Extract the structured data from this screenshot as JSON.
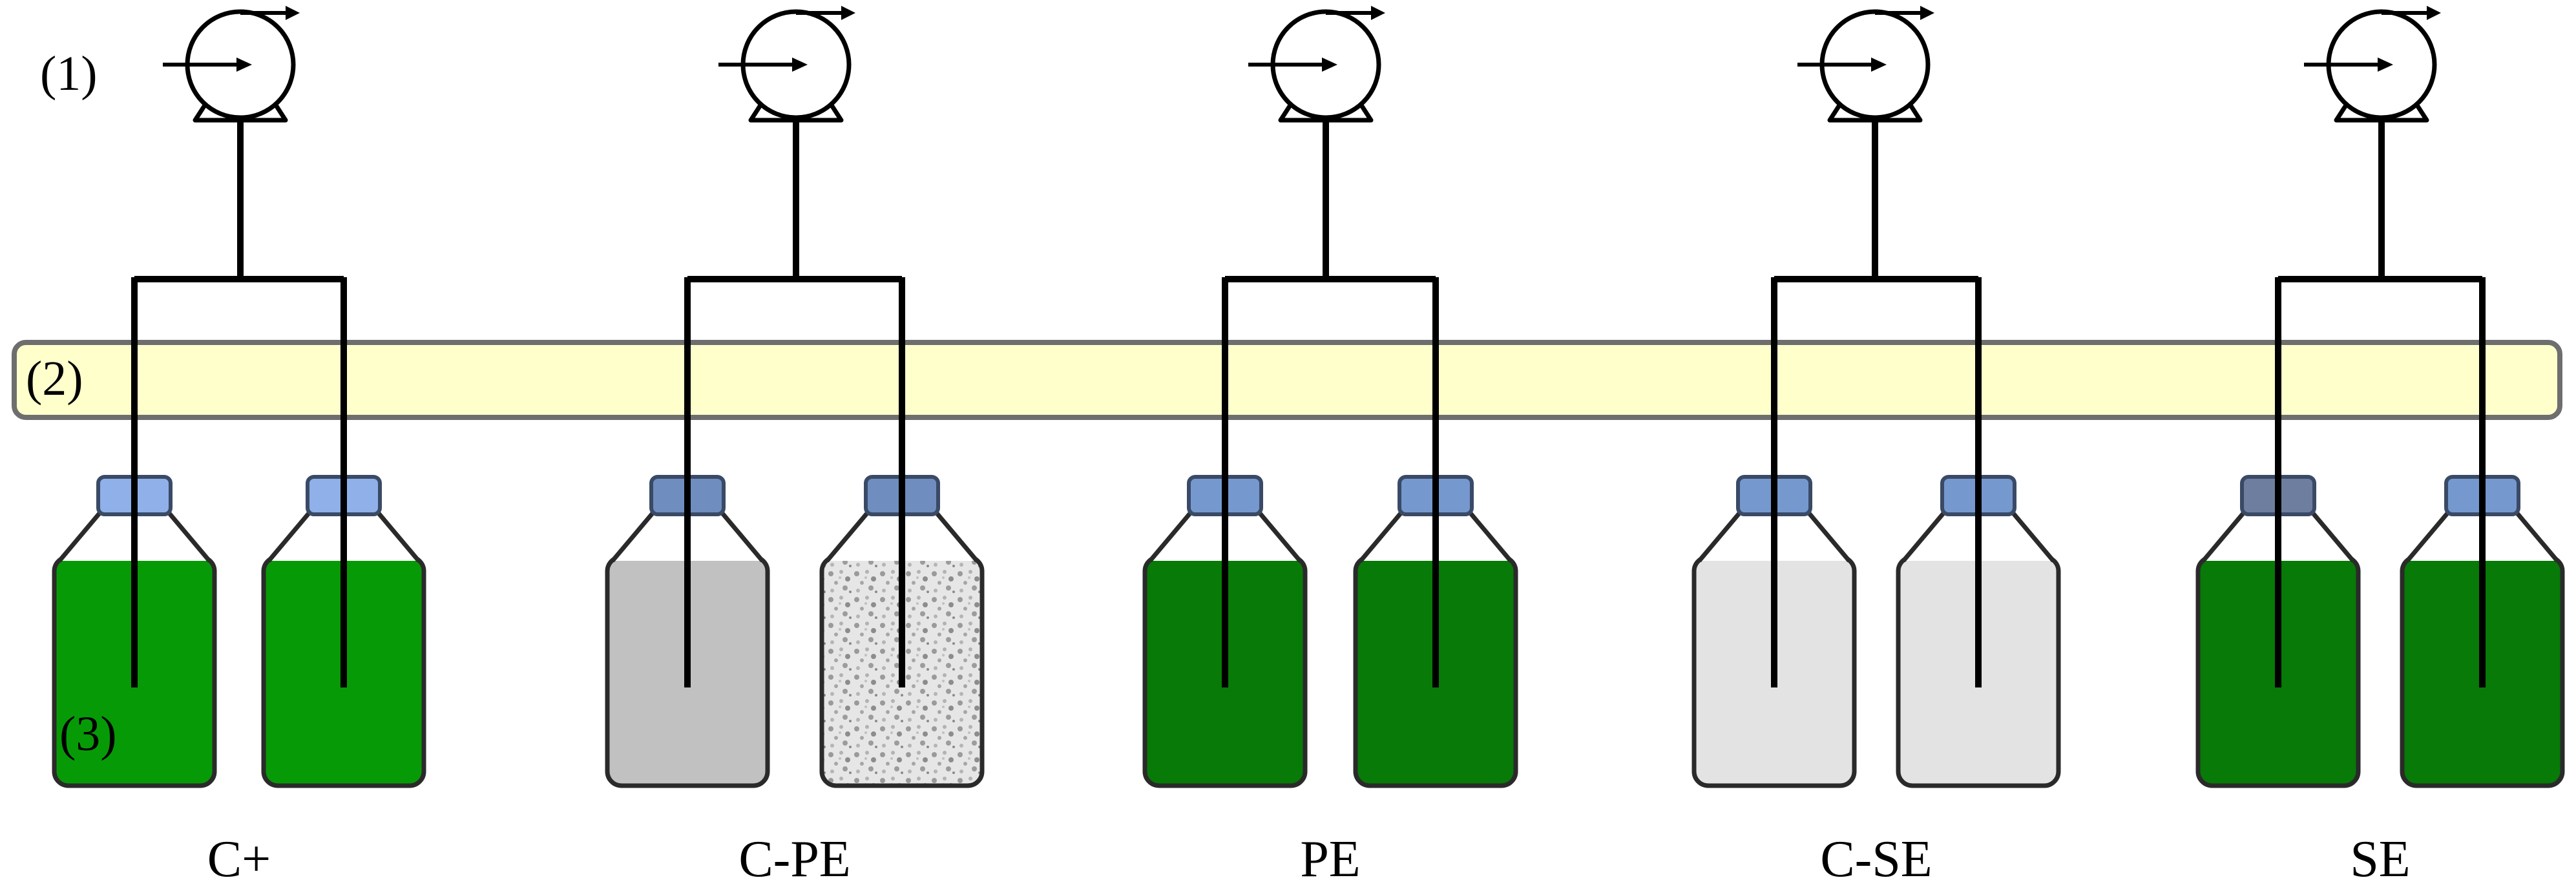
{
  "callouts": {
    "pump": "(1)",
    "shared_band": "(2)",
    "bottle": "(3)"
  },
  "groups": [
    {
      "label": "C+",
      "fill_left": "#079A07",
      "fill_right": "#079A07",
      "cap_left": "#8FB0E8",
      "cap_right": "#8FB0E8",
      "textured_right": false
    },
    {
      "label": "C-PE",
      "fill_left": "#C1C1C1",
      "fill_right": "#E6E6E6",
      "cap_left": "#6F8DBE",
      "cap_right": "#6F8DBE",
      "textured_right": true
    },
    {
      "label": "PE",
      "fill_left": "#077A07",
      "fill_right": "#077A07",
      "cap_left": "#7598CE",
      "cap_right": "#7598CE",
      "textured_right": false
    },
    {
      "label": "C-SE",
      "fill_left": "#E3E3E3",
      "fill_right": "#E3E3E3",
      "cap_left": "#7598CE",
      "cap_right": "#7598CE",
      "textured_right": false
    },
    {
      "label": "SE",
      "fill_left": "#077A07",
      "fill_right": "#077A07",
      "cap_left": "#6E7E9E",
      "cap_right": "#7598CE",
      "textured_right": false
    }
  ],
  "colors": {
    "line": "#000000",
    "band_fill": "#FFFFCC",
    "band_stroke": "#6E6E6E",
    "bottle_stroke": "#2A2A2A"
  },
  "icons": {
    "pump": "pump-icon",
    "bottle": "bottle-icon"
  }
}
